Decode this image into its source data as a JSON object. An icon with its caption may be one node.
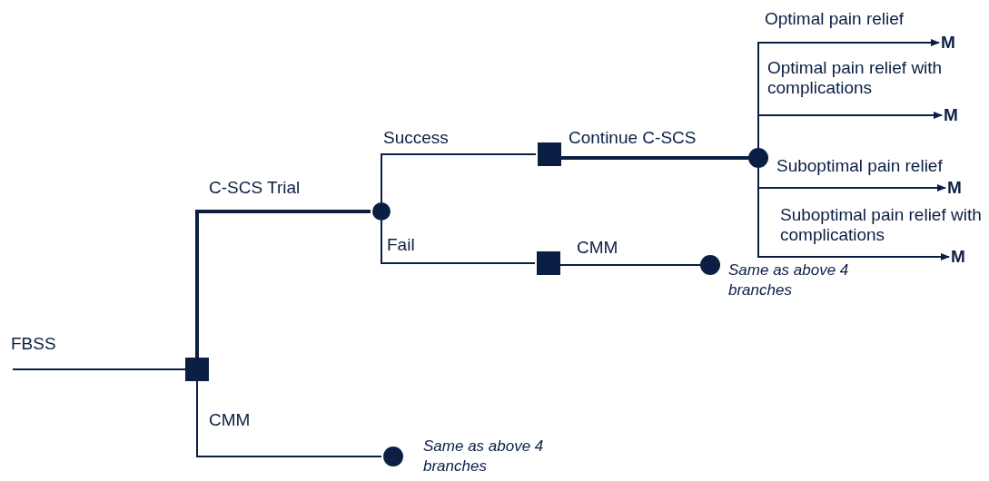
{
  "diagram": {
    "nodes": [
      {
        "text": [],
        "shape": "box"
      },
      {
        "text": [],
        "shape": "circle"
      },
      {
        "text": [],
        "shape": "box"
      },
      {
        "text": [],
        "shape": "box"
      },
      {
        "text": [],
        "shape": "circle"
      },
      {
        "text": [],
        "shape": "circle",
        "beside": [
          "Same as above 4 branches"
        ]
      },
      {
        "text": [],
        "shape": "circle",
        "beside": [
          "Same as above 4 branches"
        ]
      },
      {
        "text": [
          "M"
        ]
      },
      {
        "text": [
          "M"
        ]
      },
      {
        "text": [
          "M"
        ]
      },
      {
        "text": [
          "M"
        ]
      }
    ],
    "edges": [
      {
        "from": null,
        "to": 0,
        "arrow": "none",
        "label": "FBSS"
      },
      {
        "from": 0,
        "to": 1,
        "arrow": "none",
        "label": "C-SCS Trial",
        "style": "thick"
      },
      {
        "from": 0,
        "to": 6,
        "arrow": "none",
        "label": "CMM"
      },
      {
        "from": 1,
        "to": 2,
        "arrow": "none",
        "label": "Success"
      },
      {
        "from": 1,
        "to": 3,
        "arrow": "none",
        "label": "Fail"
      },
      {
        "from": 2,
        "to": 4,
        "arrow": "none",
        "label": "Continue C-SCS",
        "style": "thick"
      },
      {
        "from": 3,
        "to": 5,
        "arrow": "none",
        "label": "CMM"
      },
      {
        "from": 4,
        "to": 7,
        "arrow": "to",
        "label": "Optimal pain relief"
      },
      {
        "from": 4,
        "to": 8,
        "arrow": "to",
        "label": "Optimal pain relief with complications"
      },
      {
        "from": 4,
        "to": 9,
        "arrow": "to",
        "label": "Suboptimal pain relief"
      },
      {
        "from": 4,
        "to": 10,
        "arrow": "to",
        "label": "Suboptimal pain relief with complications"
      }
    ]
  }
}
